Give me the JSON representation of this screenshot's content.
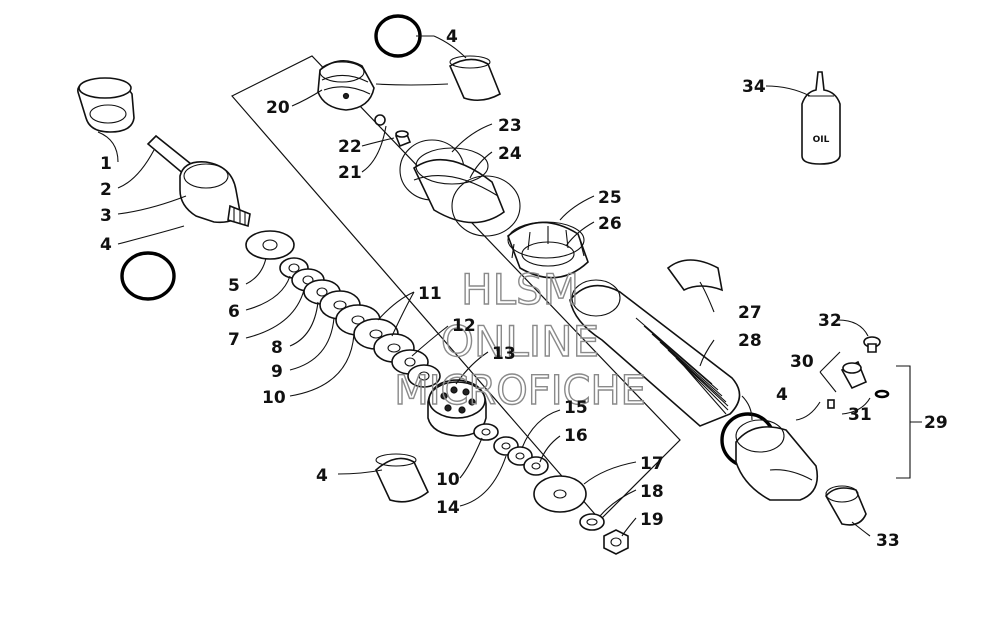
{
  "watermark": {
    "line1": "HLSM",
    "line2": "ONLINE",
    "line3": "MICROFICHE"
  },
  "oil_bottle_label": "OIL",
  "callouts": [
    {
      "id": "c1",
      "text": "1"
    },
    {
      "id": "c2",
      "text": "2"
    },
    {
      "id": "c3",
      "text": "3"
    },
    {
      "id": "c4a",
      "text": "4"
    },
    {
      "id": "c4b",
      "text": "4"
    },
    {
      "id": "c4c",
      "text": "4"
    },
    {
      "id": "c4d",
      "text": "4"
    },
    {
      "id": "c5",
      "text": "5"
    },
    {
      "id": "c6",
      "text": "6"
    },
    {
      "id": "c7",
      "text": "7"
    },
    {
      "id": "c8",
      "text": "8"
    },
    {
      "id": "c9",
      "text": "9"
    },
    {
      "id": "c10a",
      "text": "10"
    },
    {
      "id": "c10b",
      "text": "10"
    },
    {
      "id": "c11",
      "text": "11"
    },
    {
      "id": "c12",
      "text": "12"
    },
    {
      "id": "c13",
      "text": "13"
    },
    {
      "id": "c14",
      "text": "14"
    },
    {
      "id": "c15",
      "text": "15"
    },
    {
      "id": "c16",
      "text": "16"
    },
    {
      "id": "c17",
      "text": "17"
    },
    {
      "id": "c18",
      "text": "18"
    },
    {
      "id": "c19",
      "text": "19"
    },
    {
      "id": "c20",
      "text": "20"
    },
    {
      "id": "c21",
      "text": "21"
    },
    {
      "id": "c22",
      "text": "22"
    },
    {
      "id": "c23",
      "text": "23"
    },
    {
      "id": "c24",
      "text": "24"
    },
    {
      "id": "c25",
      "text": "25"
    },
    {
      "id": "c26",
      "text": "26"
    },
    {
      "id": "c27",
      "text": "27"
    },
    {
      "id": "c28",
      "text": "28"
    },
    {
      "id": "c29",
      "text": "29"
    },
    {
      "id": "c30",
      "text": "30"
    },
    {
      "id": "c31",
      "text": "31"
    },
    {
      "id": "c32",
      "text": "32"
    },
    {
      "id": "c33",
      "text": "33"
    },
    {
      "id": "c34",
      "text": "34"
    }
  ]
}
